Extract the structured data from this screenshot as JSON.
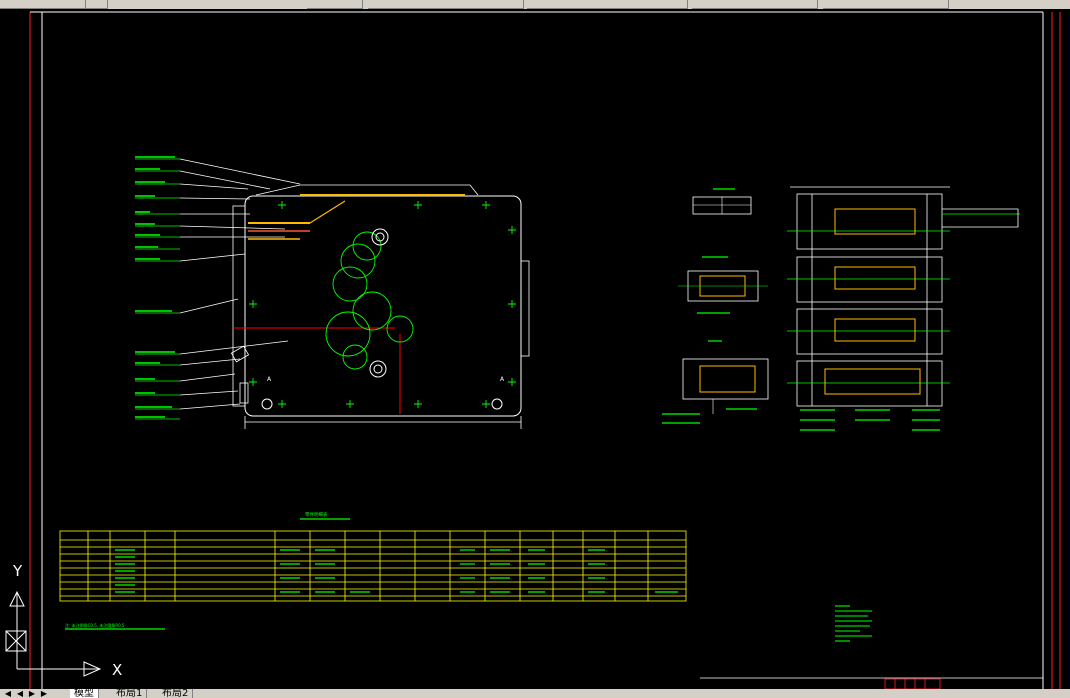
{
  "toolbar": {
    "segments": [
      "",
      "",
      "",
      "",
      "",
      "",
      ""
    ]
  },
  "drawing": {
    "ucs_x_label": "X",
    "ucs_y_label": "Y",
    "section_label_a": "A",
    "section_label_b": "A",
    "bom_title": "零件明细表",
    "note_text": "注: 未注倒角C0.5, 未注圆角R0.5",
    "colors": {
      "frame": "#ff2020",
      "geometry": "#ffffff",
      "annotation": "#00ff00",
      "highlight": "#ffff00",
      "cut_line": "#ff0000",
      "hatch": "#ffbb00"
    }
  },
  "layout_tabs": {
    "model": "模型",
    "layout1": "布局1",
    "layout2": "布局2"
  }
}
